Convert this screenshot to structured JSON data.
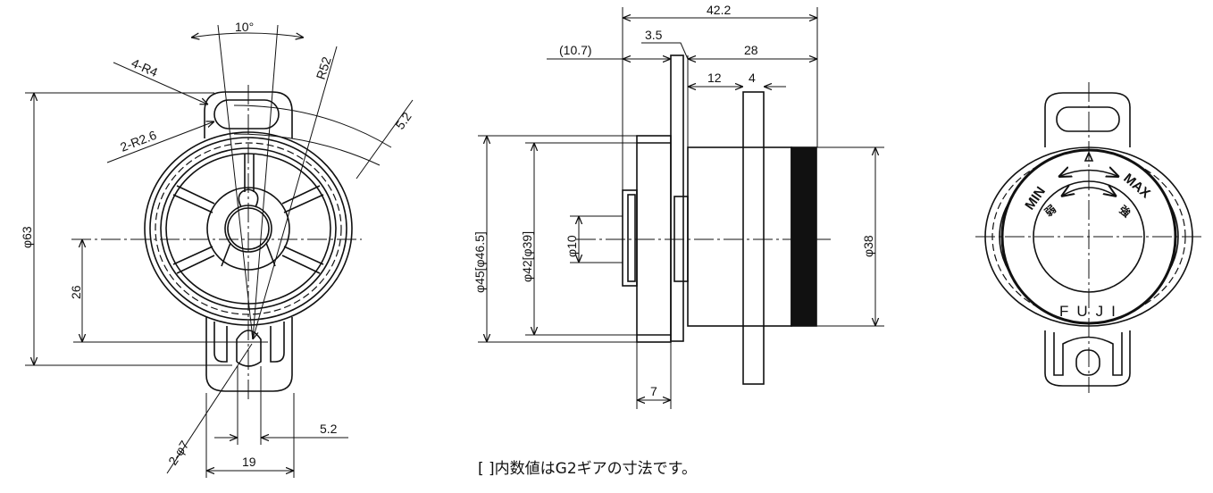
{
  "front_view": {
    "angle": "10°",
    "hole_radius": "4-R4",
    "small_radius": "2-R2.6",
    "arc_radius": "R52",
    "slot_width_top": "5.2",
    "diameter": "φ63",
    "offset": "26",
    "hole_dia": "2-φ7",
    "slot_width_bottom": "5.2",
    "lug_width": "19"
  },
  "side_view": {
    "overall_length": "42.2",
    "flange_offset": "(10.7)",
    "flange_gap": "3.5",
    "body_length": "28",
    "pin_offset": "12",
    "pin_width": "4",
    "flange_dia": "φ45[φ46.5]",
    "flange_inner_dia": "φ42[φ39]",
    "shaft_dia": "φ10",
    "knob_dia": "φ38",
    "flange_thickness": "7"
  },
  "dial_view": {
    "min_label": "MIN",
    "max_label": "MAX",
    "weak_label": "弱",
    "strong_label": "強",
    "brand": "FUJI"
  },
  "note": "[ ]内数値はG2ギアの寸法です。"
}
